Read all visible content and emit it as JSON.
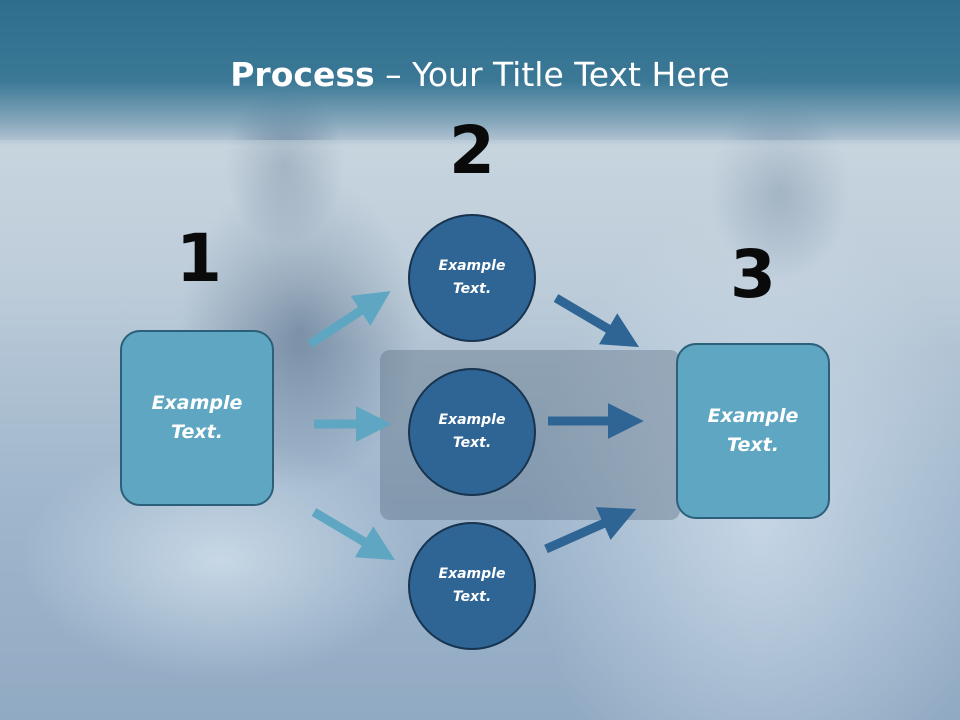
{
  "title": {
    "bold": "Process",
    "rest": " – Your Title Text Here"
  },
  "steps": {
    "one": "1",
    "two": "2",
    "three": "3"
  },
  "left_box": {
    "text": "Example Text."
  },
  "right_box": {
    "text": "Example Text."
  },
  "circles": [
    {
      "text": "Example Text."
    },
    {
      "text": "Example Text."
    },
    {
      "text": "Example Text."
    }
  ],
  "colors": {
    "title_band": "#2f6e8c",
    "box_fill": "#5ea6c1",
    "circle_fill": "#2e6595",
    "arrow_light": "#5ea6c1",
    "arrow_dark": "#2e6595"
  }
}
